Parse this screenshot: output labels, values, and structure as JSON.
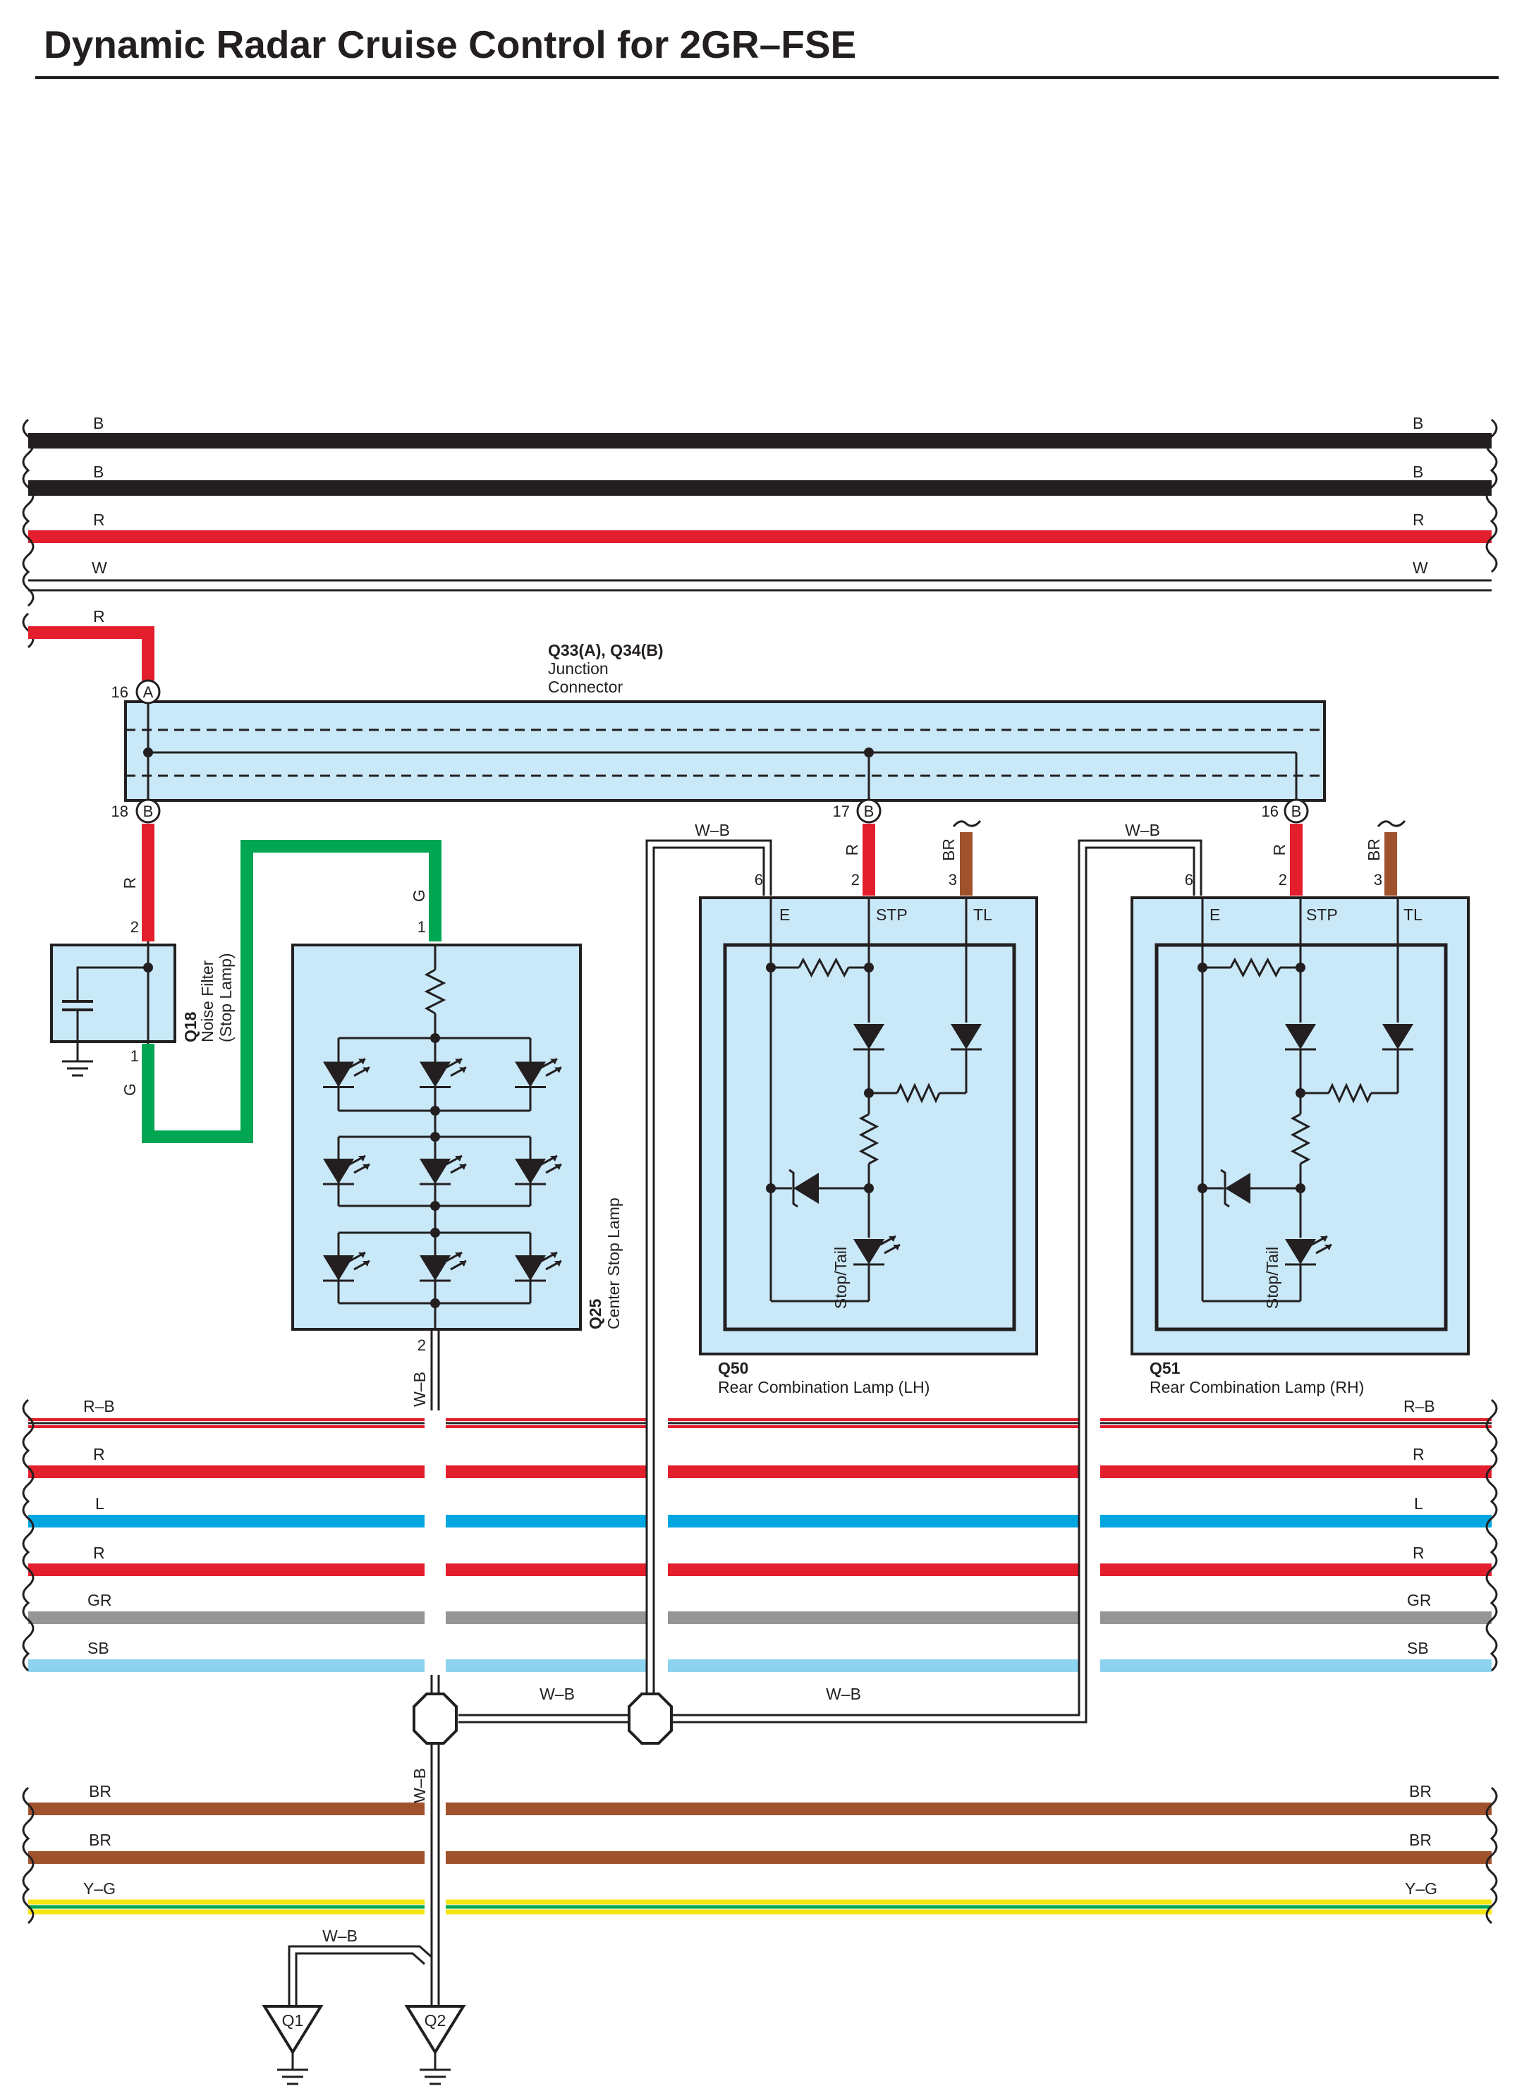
{
  "title": "Dynamic Radar Cruise Control for 2GR–FSE",
  "colors": {
    "black": "#231f20",
    "red": "#e31e2d",
    "green": "#00a651",
    "brown": "#a0522d",
    "blue": "#00a6e0",
    "gray": "#959595",
    "sky": "#8dd3f0",
    "yellow": "#f5e613",
    "box": "#c9e8f8"
  },
  "top_bus": [
    {
      "left": "B",
      "right": "B"
    },
    {
      "left": "B",
      "right": "B"
    },
    {
      "left": "R",
      "right": "R"
    },
    {
      "left": "W",
      "right": "W"
    },
    {
      "left": "R"
    }
  ],
  "mid_bus": [
    {
      "left": "R–B",
      "right": "R–B"
    },
    {
      "left": "R",
      "right": "R"
    },
    {
      "left": "L",
      "right": "L"
    },
    {
      "left": "R",
      "right": "R"
    },
    {
      "left": "GR",
      "right": "GR"
    },
    {
      "left": "SB",
      "right": "SB"
    }
  ],
  "bottom_bus": [
    {
      "left": "BR",
      "right": "BR"
    },
    {
      "left": "BR",
      "right": "BR"
    },
    {
      "left": "Y–G",
      "right": "Y–G"
    }
  ],
  "junction": {
    "code": "Q33(A), Q34(B)",
    "name_line1": "Junction",
    "name_line2": "Connector",
    "pins": [
      {
        "num": "16",
        "letter": "A"
      },
      {
        "num": "18",
        "letter": "B"
      },
      {
        "num": "17",
        "letter": "B"
      },
      {
        "num": "16",
        "letter": "B"
      }
    ]
  },
  "noise_filter": {
    "code": "Q18",
    "name_line1": "Noise Filter",
    "name_line2": "(Stop Lamp)",
    "pin_top": "2",
    "pin_bottom": "1",
    "wire_top": "R",
    "wire_bottom": "G"
  },
  "center_stop": {
    "code": "Q25",
    "name": "Center Stop Lamp",
    "pin_top": "1",
    "pin_bottom": "2",
    "wire_top": "G",
    "wire_bottom": "W–B"
  },
  "lamp_lh": {
    "code": "Q50",
    "name": "Rear Combination Lamp (LH)",
    "terms": [
      "E",
      "STP",
      "TL"
    ],
    "pins": [
      "6",
      "2",
      "3"
    ],
    "wires": [
      "W–B",
      "R",
      "BR"
    ],
    "inner_label": "Stop/Tail"
  },
  "lamp_rh": {
    "code": "Q51",
    "name": "Rear Combination Lamp (RH)",
    "terms": [
      "E",
      "STP",
      "TL"
    ],
    "pins": [
      "6",
      "2",
      "3"
    ],
    "wires": [
      "W–B",
      "R",
      "BR"
    ],
    "inner_label": "Stop/Tail"
  },
  "ground_wire": "W–B",
  "grounds": [
    "Q1",
    "Q2"
  ]
}
